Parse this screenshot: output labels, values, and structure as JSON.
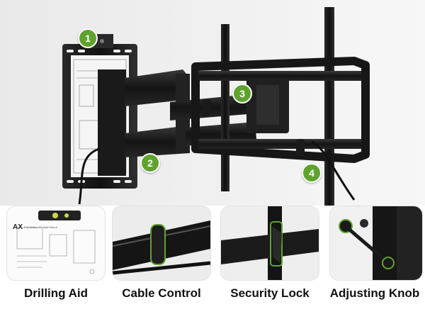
{
  "callouts": [
    {
      "number": "1"
    },
    {
      "number": "2"
    },
    {
      "number": "3"
    },
    {
      "number": "4"
    }
  ],
  "features": [
    {
      "label": "Drilling Aid"
    },
    {
      "label": "Cable Control"
    },
    {
      "label": "Security Lock"
    },
    {
      "label": "Adjusting Knob"
    }
  ],
  "template_text": {
    "brand": "AX",
    "title": "Full Motion TV Wall Mount"
  },
  "colors": {
    "accent_green": "#5fa32e",
    "metal_black": "#1b1b1b"
  }
}
